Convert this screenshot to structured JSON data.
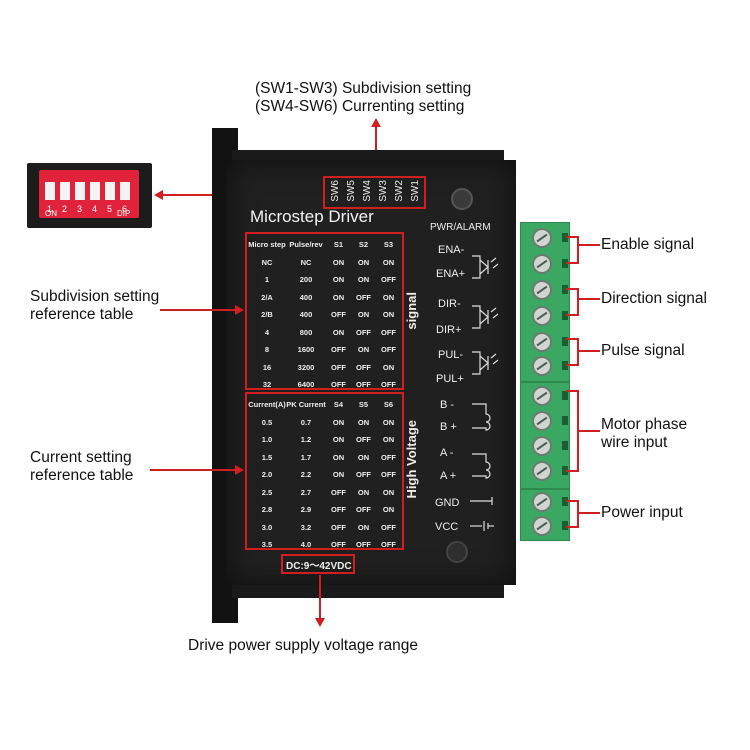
{
  "top_callout": {
    "line1": "(SW1-SW3) Subdivision setting",
    "line2": "(SW4-SW6) Currenting setting"
  },
  "left_callouts": {
    "subdivision_line1": "Subdivision setting",
    "subdivision_line2": "reference table",
    "current_line1": "Current setting",
    "current_line2": "reference table"
  },
  "right_callouts": {
    "enable": "Enable signal",
    "direction": "Direction signal",
    "pulse": "Pulse signal",
    "motor_line1": "Motor phase",
    "motor_line2": "wire input",
    "power": "Power input"
  },
  "bottom_callout": "Drive power supply voltage range",
  "dip_switch": {
    "numbers": [
      "1",
      "2",
      "3",
      "4",
      "5",
      "6"
    ],
    "on_label": "ON",
    "dip_label": "DIP"
  },
  "driver": {
    "title": "Microstep Driver",
    "switch_labels": [
      "SW6",
      "SW5",
      "SW4",
      "SW3",
      "SW2",
      "SW1"
    ],
    "pwr_alarm": "PWR/ALARM",
    "signal_label": "signal",
    "high_voltage_label": "High Voltage",
    "voltage_range": "DC:9～42VDC",
    "terminals": [
      "ENA-",
      "ENA+",
      "DIR-",
      "DIR+",
      "PUL-",
      "PUL+",
      "B -",
      "B +",
      "A -",
      "A +",
      "GND",
      "VCC"
    ]
  },
  "microstep_table": {
    "headers": [
      "Micro step",
      "Pulse/rev",
      "S1",
      "S2",
      "S3"
    ],
    "rows": [
      [
        "NC",
        "NC",
        "ON",
        "ON",
        "ON"
      ],
      [
        "1",
        "200",
        "ON",
        "ON",
        "OFF"
      ],
      [
        "2/A",
        "400",
        "ON",
        "OFF",
        "ON"
      ],
      [
        "2/B",
        "400",
        "OFF",
        "ON",
        "ON"
      ],
      [
        "4",
        "800",
        "ON",
        "OFF",
        "OFF"
      ],
      [
        "8",
        "1600",
        "OFF",
        "ON",
        "OFF"
      ],
      [
        "16",
        "3200",
        "OFF",
        "OFF",
        "ON"
      ],
      [
        "32",
        "6400",
        "OFF",
        "OFF",
        "OFF"
      ]
    ]
  },
  "current_table": {
    "headers": [
      "Current(A)",
      "PK Current",
      "S4",
      "S5",
      "S6"
    ],
    "rows": [
      [
        "0.5",
        "0.7",
        "ON",
        "ON",
        "ON"
      ],
      [
        "1.0",
        "1.2",
        "ON",
        "OFF",
        "ON"
      ],
      [
        "1.5",
        "1.7",
        "ON",
        "ON",
        "OFF"
      ],
      [
        "2.0",
        "2.2",
        "ON",
        "OFF",
        "OFF"
      ],
      [
        "2.5",
        "2.7",
        "OFF",
        "ON",
        "ON"
      ],
      [
        "2.8",
        "2.9",
        "OFF",
        "OFF",
        "ON"
      ],
      [
        "3.0",
        "3.2",
        "OFF",
        "ON",
        "OFF"
      ],
      [
        "3.5",
        "4.0",
        "OFF",
        "OFF",
        "OFF"
      ]
    ]
  },
  "colors": {
    "callout_red": "#d11f1f",
    "terminal_green": "#3aa863",
    "body": "#202020",
    "dip_red": "#e0223a"
  }
}
